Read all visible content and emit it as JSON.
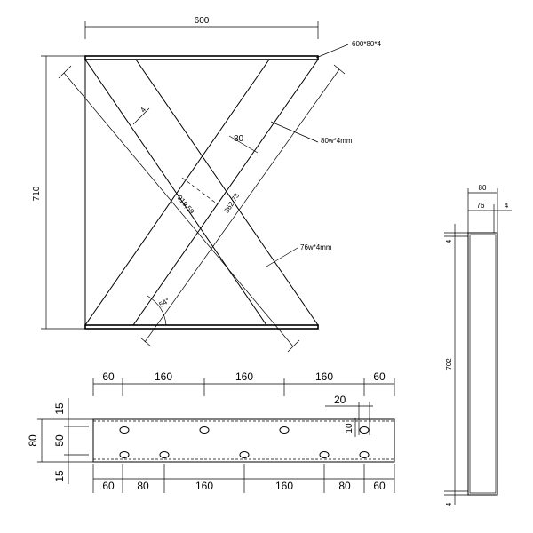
{
  "front_view": {
    "width_label": "600",
    "height_label": "710",
    "top_callout": "600*80*4",
    "member_width_label": "80",
    "thickness_label": "4",
    "member1_callout": "80w*4mm",
    "member2_callout": "76w*4mm",
    "diag_long_label": "919,59",
    "diag_short_label": "862,73",
    "angle_label": "54°"
  },
  "plan_view": {
    "top_dims": [
      "60",
      "160",
      "160",
      "160",
      "60"
    ],
    "bottom_dims": [
      "60",
      "80",
      "160",
      "160",
      "80",
      "60"
    ],
    "hole_spacing_label": "20",
    "hole_length_label": "10",
    "left_total_label": "80",
    "left_mid_label": "50",
    "left_top_label": "15",
    "left_bottom_label": "15"
  },
  "side_view": {
    "outer_width_label": "80",
    "inner_width_label": "76",
    "wall_label": "4",
    "height_label": "702",
    "top_gap_label": "4",
    "bottom_gap_label": "4"
  }
}
